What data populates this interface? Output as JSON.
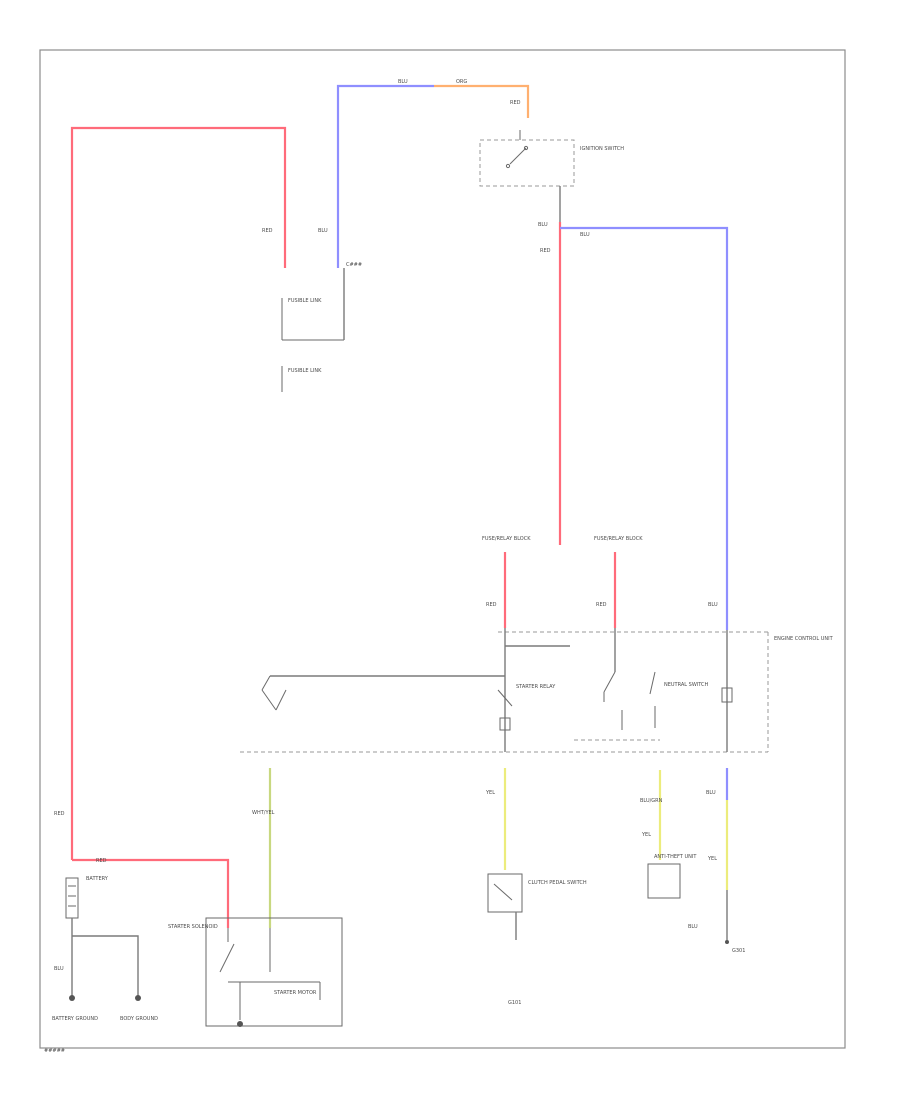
{
  "labels": {
    "red_1": "RED",
    "red_2": "RED",
    "red_3": "RED",
    "red_4": "RED",
    "red_5": "RED",
    "red_6": "RED",
    "red_7": "RED",
    "blu_top": "BLU",
    "org_top": "ORG",
    "blu_left": "BLU",
    "blu_right": "BLU",
    "blu_4": "BLU",
    "blu_5": "BLU",
    "yel_1": "YEL",
    "yel_2": "YEL",
    "yel_3": "YEL",
    "blu_grn": "BLU/GRN",
    "wht_yel": "WHT/YEL",
    "blu_bottom": "BLU",
    "blu_bat": "BLU",
    "blu_gnd": "BLU",
    "connector_top": "C###",
    "fusible_1": "FUSIBLE LINK",
    "fusible_2": "FUSIBLE LINK",
    "ignition_switch": "IGNITION SWITCH",
    "battery": "BATTERY",
    "battery_ground": "BATTERY GROUND",
    "body_ground": "BODY GROUND",
    "starter_solenoid": "STARTER SOLENOID",
    "starter_motor": "STARTER MOTOR",
    "starter_relay": "STARTER RELAY",
    "fuse_a": "FUSE/RELAY BLOCK",
    "fuse_b": "FUSE/RELAY BLOCK",
    "engine_control_unit": "ENGINE CONTROL UNIT",
    "clutch_switch": "CLUTCH PEDAL SWITCH",
    "neutral_switch": "NEUTRAL SWITCH",
    "anti_theft": "ANTI-THEFT UNIT",
    "ground_g1": "G101",
    "ground_g2": "G301",
    "footer": "#####"
  }
}
